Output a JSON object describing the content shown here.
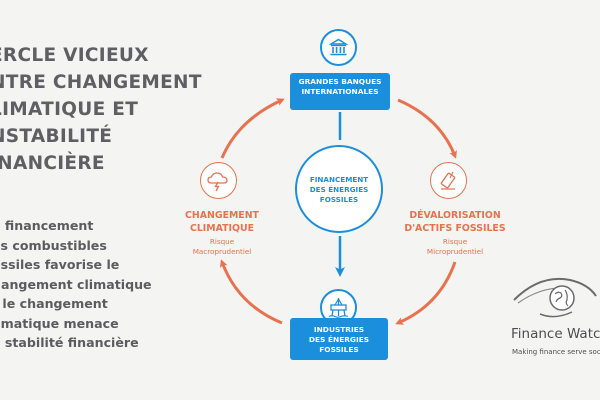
{
  "left_panel": {
    "title_lines": [
      "ERCLE VICIEUX",
      "NTRE CHANGEMENT",
      "LIMATIQUE ET",
      "NSTABILITÉ",
      "INANCIÈRE"
    ],
    "body_lines": [
      "e financement",
      "es combustibles",
      "ossiles favorise le",
      "hangement climatique",
      "t le changement",
      "limatique menace",
      "a stabilité financière"
    ]
  },
  "diagram": {
    "top_node": {
      "lines": [
        "GRANDES BANQUES",
        "INTERNATIONALES"
      ],
      "icon": "bank-icon"
    },
    "center": {
      "lines": [
        "FINANCEMENT",
        "DES ÉNERGIES",
        "FOSSILES"
      ]
    },
    "bottom_node": {
      "lines": [
        "INDUSTRIES",
        "DES ÉNERGIES",
        "FOSSILES"
      ],
      "icon": "oil-rig-icon"
    },
    "left_node": {
      "title_lines": [
        "CHANGEMENT",
        "CLIMATIQUE"
      ],
      "sub_lines": [
        "Risque",
        "Macroprudentiel"
      ],
      "icon": "storm-cloud-icon"
    },
    "right_node": {
      "title_lines": [
        "DÉVALORISATION",
        "D'ACTIFS FOSSILES"
      ],
      "sub_lines": [
        "Risque",
        "Microprudentiel"
      ],
      "icon": "falling-oil-can-icon"
    }
  },
  "branding": {
    "name": "Finance Watc",
    "tagline": "Making finance serve soci"
  },
  "colors": {
    "blue": "#1b8fdc",
    "orange": "#e8724f",
    "text_gray": "#5f5f63",
    "background": "#f4f4f2"
  }
}
